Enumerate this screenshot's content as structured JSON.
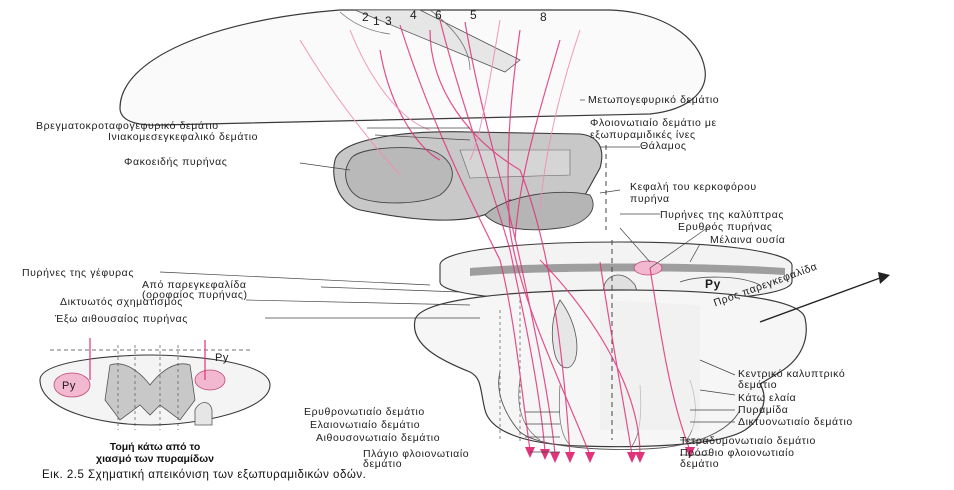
{
  "cortex_numbers": [
    "2",
    "1",
    "3",
    "4",
    "6",
    "5",
    "8"
  ],
  "labels": {
    "metopogefyriko": "Μετωπογεφυρικό δεμάτιο",
    "flioinotiaio": "Φλοιονωτιαίο δεμάτιο με",
    "exopyramidikes": "εξωπυραμιδικές ίνες",
    "vregmatokrotafo": "Βρεγματοκροταφογεφυρικό δεμάτιο",
    "iniakomesegkef": "Ινιακομεσεγκεφαλικό δεμάτιο",
    "thalamos": "Θάλαμος",
    "fakoeidis": "Φακοειδής πυρήνας",
    "kefali_1": "Κεφαλή του κερκοφόρου",
    "kefali_2": "πυρήνα",
    "pyrines_kalyptras": "Πυρήνες της καλύπτρας",
    "erythros": "Ερυθρός πυρήνας",
    "melaina": "Μέλαινα ουσία",
    "pyrines_gefyras": "Πυρήνες της γέφυρας",
    "apo_paregk_1": "Από παρεγκεφαλίδα",
    "apo_paregk_2": "(οροφαίος πυρήνας)",
    "diktyotos": "Δικτυωτός σχηματισμός",
    "exo_aithousaios": "Έξω αιθουσαίος πυρήνας",
    "pros_paregk": "Προς παρεγκεφαλίδα",
    "py": "Py",
    "py_inset_1": "Py",
    "py_inset_2": "Py",
    "kentriko_1": "Κεντρικό καλυπτρικό",
    "kentriko_2": "δεμάτιο",
    "kato_elaia": "Κάτω ελαία",
    "pyramida": "Πυραμίδα",
    "diktyonotiaio": "Δικτυονωτιαίο δεμάτιο",
    "erythronotiaio": "Ερυθρονωτιαίο δεμάτιο",
    "elaionotiaio": "Ελαιονωτιαίο δεμάτιο",
    "aithousonotiaio": "Αιθουσονωτιαίο δεμάτιο",
    "tetradymo": "Τετραδυμονωτιαίο δεμάτιο",
    "plagio_1": "Πλάγιο φλοιονωτιαίο",
    "plagio_2": "δεμάτιο",
    "prosthio_1": "Πρόσθιο φλοιονωτιαίο",
    "prosthio_2": "δεμάτιο",
    "inset_caption_1": "Τομή κάτω από το",
    "inset_caption_2": "χιασμό των πυραμίδων"
  },
  "figure_caption": "Εικ. 2.5 Σχηματική απεικόνιση των εξωπυραμιδικών οδών.",
  "colors": {
    "tract": "#e0337a",
    "tract_light": "#f08cb8",
    "grey_fill": "#c8c8c8",
    "dark_grey": "#9e9e9e",
    "outline": "#3a3a3a"
  }
}
